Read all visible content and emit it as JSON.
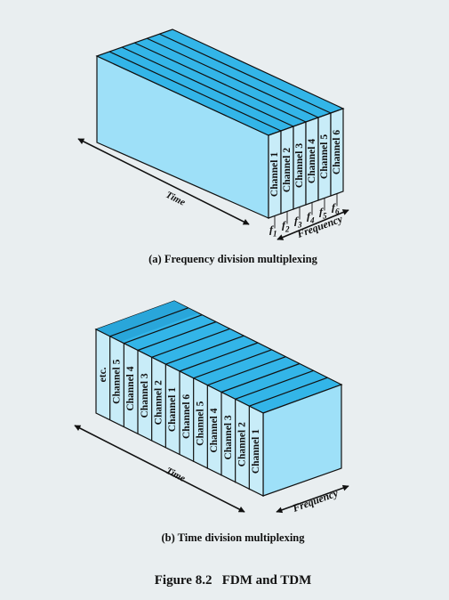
{
  "figure": {
    "title": "Figure 8.2   FDM and TDM"
  },
  "fdm": {
    "caption": "(a) Frequency division multiplexing",
    "time_label": "Time",
    "frequency_label": "Frequency",
    "channels": [
      "Channel 1",
      "Channel 2",
      "Channel 3",
      "Channel 4",
      "Channel 5",
      "Channel 6"
    ],
    "frequencies": [
      "f1",
      "f2",
      "f3",
      "f4",
      "f5",
      "f6"
    ]
  },
  "tdm": {
    "caption": "(b) Time division multiplexing",
    "time_label": "Time",
    "frequency_label": "Frequency",
    "slots": [
      "etc.",
      "Channel 5",
      "Channel 4",
      "Channel 3",
      "Channel 2",
      "Channel 1",
      "Channel 6",
      "Channel 5",
      "Channel 4",
      "Channel 3",
      "Channel 2",
      "Channel 1"
    ]
  },
  "colors": {
    "front": "#c8ecf8",
    "side": "#9ee0f8",
    "top": "#33b5e8",
    "top_dark": "#29a6da",
    "line": "#111111"
  }
}
